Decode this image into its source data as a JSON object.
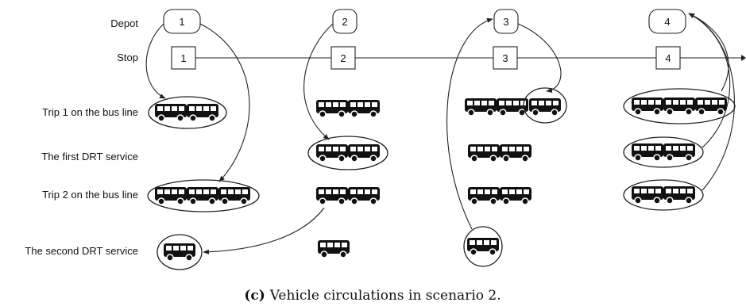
{
  "labels": {
    "depot": "Depot",
    "stop": "Stop",
    "trip1": "Trip 1 on the bus line",
    "drt1": "The first DRT service",
    "trip2": "Trip 2 on the bus line",
    "drt2": "The second DRT service"
  },
  "depots": [
    "1",
    "2",
    "3",
    "4"
  ],
  "stops": [
    "1",
    "2",
    "3",
    "4"
  ],
  "caption": {
    "tag": "(c)",
    "text": "Vehicle circulations in scenario 2."
  },
  "colors": {
    "ink": "#111111",
    "line": "#222222"
  },
  "icons": {
    "vehicle": "bus-icon"
  }
}
